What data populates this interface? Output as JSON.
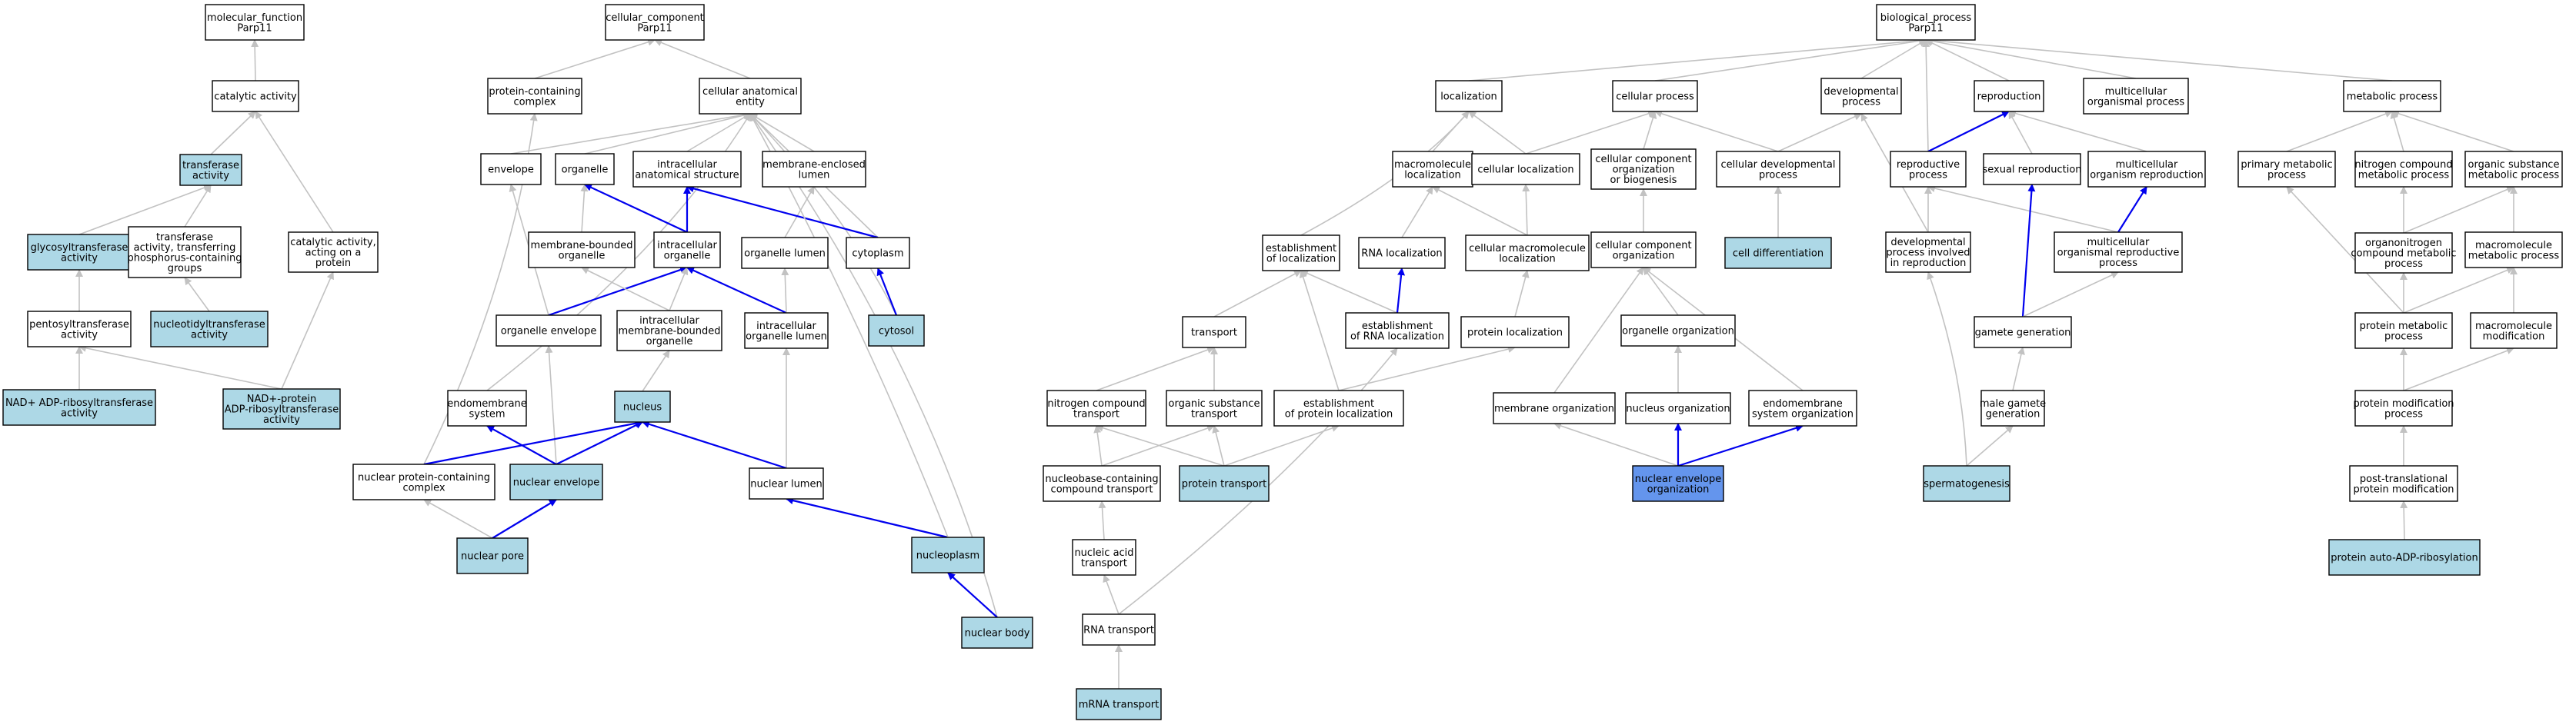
{
  "colors": {
    "plain": "#ffffff",
    "annotated": "#add8e6",
    "focus": "#6495ed",
    "gray_edge": "#c2c2c2",
    "blue_edge": "#0000ee"
  },
  "nodes": {
    "mf_root": {
      "lines": [
        "molecular_function",
        "Parp11"
      ],
      "kind": "plain"
    },
    "catalytic": {
      "lines": [
        "catalytic activity"
      ],
      "kind": "plain"
    },
    "transferase": {
      "lines": [
        "transferase",
        "activity"
      ],
      "kind": "annotated"
    },
    "glycosyl": {
      "lines": [
        "glycosyltransferase",
        "activity"
      ],
      "kind": "annotated"
    },
    "transf_phos": {
      "lines": [
        "transferase",
        "activity, transferring",
        "phosphorus-containing",
        "groups"
      ],
      "kind": "plain"
    },
    "cat_protein": {
      "lines": [
        "catalytic activity,",
        "acting on a",
        "protein"
      ],
      "kind": "plain"
    },
    "pentosyl": {
      "lines": [
        "pentosyltransferase",
        "activity"
      ],
      "kind": "plain"
    },
    "nucleotidyl": {
      "lines": [
        "nucleotidyltransferase",
        "activity"
      ],
      "kind": "annotated"
    },
    "nad_adp": {
      "lines": [
        "NAD+ ADP-ribosyltransferase",
        "activity"
      ],
      "kind": "annotated"
    },
    "nad_protein": {
      "lines": [
        "NAD+-protein",
        "ADP-ribosyltransferase",
        "activity"
      ],
      "kind": "annotated"
    },
    "cc_root": {
      "lines": [
        "cellular_component",
        "Parp11"
      ],
      "kind": "plain"
    },
    "prot_complex": {
      "lines": [
        "protein-containing",
        "complex"
      ],
      "kind": "plain"
    },
    "cae": {
      "lines": [
        "cellular anatomical",
        "entity"
      ],
      "kind": "plain"
    },
    "envelope": {
      "lines": [
        "envelope"
      ],
      "kind": "plain"
    },
    "organelle": {
      "lines": [
        "organelle"
      ],
      "kind": "plain"
    },
    "ias": {
      "lines": [
        "intracellular",
        "anatomical structure"
      ],
      "kind": "plain"
    },
    "mel": {
      "lines": [
        "membrane-enclosed",
        "lumen"
      ],
      "kind": "plain"
    },
    "mbo": {
      "lines": [
        "membrane-bounded",
        "organelle"
      ],
      "kind": "plain"
    },
    "io": {
      "lines": [
        "intracellular",
        "organelle"
      ],
      "kind": "plain"
    },
    "ol": {
      "lines": [
        "organelle lumen"
      ],
      "kind": "plain"
    },
    "cytoplasm": {
      "lines": [
        "cytoplasm"
      ],
      "kind": "plain"
    },
    "oe": {
      "lines": [
        "organelle envelope"
      ],
      "kind": "plain"
    },
    "imbo": {
      "lines": [
        "intracellular",
        "membrane-bounded",
        "organelle"
      ],
      "kind": "plain"
    },
    "iol": {
      "lines": [
        "intracellular",
        "organelle lumen"
      ],
      "kind": "plain"
    },
    "cytosol": {
      "lines": [
        "cytosol"
      ],
      "kind": "annotated"
    },
    "endomem": {
      "lines": [
        "endomembrane",
        "system"
      ],
      "kind": "plain"
    },
    "nucleus": {
      "lines": [
        "nucleus"
      ],
      "kind": "annotated"
    },
    "npc": {
      "lines": [
        "nuclear protein-containing",
        "complex"
      ],
      "kind": "plain"
    },
    "ne": {
      "lines": [
        "nuclear envelope"
      ],
      "kind": "annotated"
    },
    "nlumen": {
      "lines": [
        "nuclear lumen"
      ],
      "kind": "plain"
    },
    "npore": {
      "lines": [
        "nuclear pore"
      ],
      "kind": "annotated"
    },
    "nplasm": {
      "lines": [
        "nucleoplasm"
      ],
      "kind": "annotated"
    },
    "nbody": {
      "lines": [
        "nuclear body"
      ],
      "kind": "annotated"
    },
    "bp_root": {
      "lines": [
        "biological_process",
        "Parp11"
      ],
      "kind": "plain"
    },
    "localization": {
      "lines": [
        "localization"
      ],
      "kind": "plain"
    },
    "cellproc": {
      "lines": [
        "cellular process"
      ],
      "kind": "plain"
    },
    "devproc": {
      "lines": [
        "developmental",
        "process"
      ],
      "kind": "plain"
    },
    "reproduction": {
      "lines": [
        "reproduction"
      ],
      "kind": "plain"
    },
    "multi_org": {
      "lines": [
        "multicellular",
        "organismal process"
      ],
      "kind": "plain"
    },
    "metabolic": {
      "lines": [
        "metabolic process"
      ],
      "kind": "plain"
    },
    "macro_loc": {
      "lines": [
        "macromolecule",
        "localization"
      ],
      "kind": "plain"
    },
    "cell_loc": {
      "lines": [
        "cellular localization"
      ],
      "kind": "plain"
    },
    "ccob": {
      "lines": [
        "cellular component",
        "organization",
        "or biogenesis"
      ],
      "kind": "plain"
    },
    "cell_dev": {
      "lines": [
        "cellular developmental",
        "process"
      ],
      "kind": "plain"
    },
    "repro_proc": {
      "lines": [
        "reproductive",
        "process"
      ],
      "kind": "plain"
    },
    "sex_repro": {
      "lines": [
        "sexual reproduction"
      ],
      "kind": "plain"
    },
    "multi_repro": {
      "lines": [
        "multicellular",
        "organism reproduction"
      ],
      "kind": "plain"
    },
    "prim_met": {
      "lines": [
        "primary metabolic",
        "process"
      ],
      "kind": "plain"
    },
    "nitro_met": {
      "lines": [
        "nitrogen compound",
        "metabolic process"
      ],
      "kind": "plain"
    },
    "org_sub_met": {
      "lines": [
        "organic substance",
        "metabolic process"
      ],
      "kind": "plain"
    },
    "est_loc": {
      "lines": [
        "establishment",
        "of localization"
      ],
      "kind": "plain"
    },
    "rna_loc": {
      "lines": [
        "RNA localization"
      ],
      "kind": "plain"
    },
    "cmacro_loc": {
      "lines": [
        "cellular macromolecule",
        "localization"
      ],
      "kind": "plain"
    },
    "cco": {
      "lines": [
        "cellular component",
        "organization"
      ],
      "kind": "plain"
    },
    "cell_diff": {
      "lines": [
        "cell differentiation"
      ],
      "kind": "annotated"
    },
    "dev_repro": {
      "lines": [
        "developmental",
        "process involved",
        "in reproduction"
      ],
      "kind": "plain"
    },
    "multi_repro_proc": {
      "lines": [
        "multicellular",
        "organismal reproductive",
        "process"
      ],
      "kind": "plain"
    },
    "organonitro": {
      "lines": [
        "organonitrogen",
        "compound metabolic",
        "process"
      ],
      "kind": "plain"
    },
    "macro_met": {
      "lines": [
        "macromolecule",
        "metabolic process"
      ],
      "kind": "plain"
    },
    "transport": {
      "lines": [
        "transport"
      ],
      "kind": "plain"
    },
    "est_rna_loc": {
      "lines": [
        "establishment",
        "of RNA localization"
      ],
      "kind": "plain"
    },
    "prot_loc": {
      "lines": [
        "protein localization"
      ],
      "kind": "plain"
    },
    "org_org": {
      "lines": [
        "organelle organization"
      ],
      "kind": "plain"
    },
    "gamete_gen": {
      "lines": [
        "gamete generation"
      ],
      "kind": "plain"
    },
    "prot_met": {
      "lines": [
        "protein metabolic",
        "process"
      ],
      "kind": "plain"
    },
    "macro_mod": {
      "lines": [
        "macromolecule",
        "modification"
      ],
      "kind": "plain"
    },
    "nitro_trans": {
      "lines": [
        "nitrogen compound",
        "transport"
      ],
      "kind": "plain"
    },
    "org_sub_trans": {
      "lines": [
        "organic substance",
        "transport"
      ],
      "kind": "plain"
    },
    "est_prot_loc": {
      "lines": [
        "establishment",
        "of protein localization"
      ],
      "kind": "plain"
    },
    "mem_org": {
      "lines": [
        "membrane organization"
      ],
      "kind": "plain"
    },
    "nuc_org": {
      "lines": [
        "nucleus organization"
      ],
      "kind": "plain"
    },
    "endo_org": {
      "lines": [
        "endomembrane",
        "system organization"
      ],
      "kind": "plain"
    },
    "male_gam": {
      "lines": [
        "male gamete",
        "generation"
      ],
      "kind": "plain"
    },
    "prot_mod": {
      "lines": [
        "protein modification",
        "process"
      ],
      "kind": "plain"
    },
    "nucleobase": {
      "lines": [
        "nucleobase-containing",
        "compound transport"
      ],
      "kind": "plain"
    },
    "prot_trans": {
      "lines": [
        "protein transport"
      ],
      "kind": "annotated"
    },
    "ne_org": {
      "lines": [
        "nuclear envelope",
        "organization"
      ],
      "kind": "focus"
    },
    "spermato": {
      "lines": [
        "spermatogenesis"
      ],
      "kind": "annotated"
    },
    "ptpm": {
      "lines": [
        "post-translational",
        "protein modification"
      ],
      "kind": "plain"
    },
    "na_trans": {
      "lines": [
        "nucleic acid",
        "transport"
      ],
      "kind": "plain"
    },
    "prot_adp": {
      "lines": [
        "protein auto-ADP-ribosylation"
      ],
      "kind": "annotated"
    },
    "rna_trans": {
      "lines": [
        "RNA transport"
      ],
      "kind": "plain"
    },
    "mrna_trans": {
      "lines": [
        "mRNA transport"
      ],
      "kind": "annotated"
    }
  },
  "edges": [
    [
      "catalytic",
      "mf_root",
      "g"
    ],
    [
      "transferase",
      "catalytic",
      "g"
    ],
    [
      "cat_protein",
      "catalytic",
      "g"
    ],
    [
      "glycosyl",
      "transferase",
      "g"
    ],
    [
      "transf_phos",
      "transferase",
      "g"
    ],
    [
      "pentosyl",
      "glycosyl",
      "g"
    ],
    [
      "nucleotidyl",
      "transf_phos",
      "g"
    ],
    [
      "nad_adp",
      "pentosyl",
      "g"
    ],
    [
      "nad_protein",
      "pentosyl",
      "g"
    ],
    [
      "nad_protein",
      "cat_protein",
      "g"
    ],
    [
      "prot_complex",
      "cc_root",
      "g"
    ],
    [
      "cae",
      "cc_root",
      "g"
    ],
    [
      "envelope",
      "cae",
      "g"
    ],
    [
      "organelle",
      "cae",
      "g"
    ],
    [
      "ias",
      "cae",
      "g"
    ],
    [
      "mel",
      "cae",
      "g"
    ],
    [
      "cytoplasm",
      "cae",
      "g"
    ],
    [
      "cytosol",
      "cae",
      "g"
    ],
    [
      "endomem",
      "cae",
      "g"
    ],
    [
      "nbody",
      "cae",
      "g"
    ],
    [
      "npc",
      "prot_complex",
      "g"
    ],
    [
      "mbo",
      "organelle",
      "g"
    ],
    [
      "io",
      "organelle",
      "b"
    ],
    [
      "io",
      "ias",
      "b"
    ],
    [
      "ol",
      "mel",
      "g"
    ],
    [
      "cytoplasm",
      "ias",
      "b"
    ],
    [
      "oe",
      "envelope",
      "g"
    ],
    [
      "oe",
      "io",
      "b"
    ],
    [
      "imbo",
      "mbo",
      "g"
    ],
    [
      "imbo",
      "io",
      "g"
    ],
    [
      "iol",
      "io",
      "b"
    ],
    [
      "iol",
      "ol",
      "g"
    ],
    [
      "cytosol",
      "cytoplasm",
      "b"
    ],
    [
      "nucleus",
      "imbo",
      "g"
    ],
    [
      "ne",
      "oe",
      "g"
    ],
    [
      "ne",
      "endomem",
      "b"
    ],
    [
      "ne",
      "nucleus",
      "b"
    ],
    [
      "npc",
      "nucleus",
      "b"
    ],
    [
      "nlumen",
      "iol",
      "g"
    ],
    [
      "nlumen",
      "nucleus",
      "b"
    ],
    [
      "npore",
      "npc",
      "g"
    ],
    [
      "npore",
      "ne",
      "b"
    ],
    [
      "nplasm",
      "nlumen",
      "b"
    ],
    [
      "nplasm",
      "cae",
      "g"
    ],
    [
      "nbody",
      "nplasm",
      "b"
    ],
    [
      "localization",
      "bp_root",
      "g"
    ],
    [
      "cellproc",
      "bp_root",
      "g"
    ],
    [
      "devproc",
      "bp_root",
      "g"
    ],
    [
      "reproduction",
      "bp_root",
      "g"
    ],
    [
      "multi_org",
      "bp_root",
      "g"
    ],
    [
      "metabolic",
      "bp_root",
      "g"
    ],
    [
      "repro_proc",
      "bp_root",
      "g"
    ],
    [
      "macro_loc",
      "localization",
      "g"
    ],
    [
      "cell_loc",
      "localization",
      "g"
    ],
    [
      "cell_loc",
      "cellproc",
      "g"
    ],
    [
      "ccob",
      "cellproc",
      "g"
    ],
    [
      "cell_dev",
      "cellproc",
      "g"
    ],
    [
      "cell_dev",
      "devproc",
      "g"
    ],
    [
      "repro_proc",
      "reproduction",
      "b"
    ],
    [
      "sex_repro",
      "reproduction",
      "g"
    ],
    [
      "multi_repro",
      "reproduction",
      "g"
    ],
    [
      "prim_met",
      "metabolic",
      "g"
    ],
    [
      "nitro_met",
      "metabolic",
      "g"
    ],
    [
      "org_sub_met",
      "metabolic",
      "g"
    ],
    [
      "est_loc",
      "localization",
      "g"
    ],
    [
      "rna_loc",
      "macro_loc",
      "g"
    ],
    [
      "cmacro_loc",
      "macro_loc",
      "g"
    ],
    [
      "cmacro_loc",
      "cell_loc",
      "g"
    ],
    [
      "cco",
      "ccob",
      "g"
    ],
    [
      "cell_diff",
      "cell_dev",
      "g"
    ],
    [
      "dev_repro",
      "devproc",
      "g"
    ],
    [
      "dev_repro",
      "repro_proc",
      "g"
    ],
    [
      "multi_repro_proc",
      "repro_proc",
      "g"
    ],
    [
      "multi_repro_proc",
      "multi_repro",
      "b"
    ],
    [
      "organonitro",
      "nitro_met",
      "g"
    ],
    [
      "organonitro",
      "org_sub_met",
      "g"
    ],
    [
      "macro_met",
      "org_sub_met",
      "g"
    ],
    [
      "transport",
      "est_loc",
      "g"
    ],
    [
      "est_rna_loc",
      "est_loc",
      "g"
    ],
    [
      "est_rna_loc",
      "rna_loc",
      "b"
    ],
    [
      "prot_loc",
      "cmacro_loc",
      "g"
    ],
    [
      "org_org",
      "cco",
      "g"
    ],
    [
      "gamete_gen",
      "sex_repro",
      "b"
    ],
    [
      "gamete_gen",
      "multi_repro_proc",
      "g"
    ],
    [
      "prot_met",
      "prim_met",
      "g"
    ],
    [
      "prot_met",
      "organonitro",
      "g"
    ],
    [
      "prot_met",
      "macro_met",
      "g"
    ],
    [
      "macro_mod",
      "macro_met",
      "g"
    ],
    [
      "nitro_trans",
      "transport",
      "g"
    ],
    [
      "org_sub_trans",
      "transport",
      "g"
    ],
    [
      "est_prot_loc",
      "est_loc",
      "g"
    ],
    [
      "est_prot_loc",
      "prot_loc",
      "g"
    ],
    [
      "mem_org",
      "cco",
      "g"
    ],
    [
      "nuc_org",
      "org_org",
      "g"
    ],
    [
      "endo_org",
      "cco",
      "g"
    ],
    [
      "male_gam",
      "gamete_gen",
      "g"
    ],
    [
      "prot_mod",
      "prot_met",
      "g"
    ],
    [
      "prot_mod",
      "macro_mod",
      "g"
    ],
    [
      "nucleobase",
      "nitro_trans",
      "g"
    ],
    [
      "nucleobase",
      "org_sub_trans",
      "g"
    ],
    [
      "prot_trans",
      "nitro_trans",
      "g"
    ],
    [
      "prot_trans",
      "org_sub_trans",
      "g"
    ],
    [
      "prot_trans",
      "est_prot_loc",
      "g"
    ],
    [
      "ne_org",
      "mem_org",
      "g"
    ],
    [
      "ne_org",
      "nuc_org",
      "b"
    ],
    [
      "ne_org",
      "endo_org",
      "b"
    ],
    [
      "spermato",
      "male_gam",
      "g"
    ],
    [
      "spermato",
      "dev_repro",
      "g"
    ],
    [
      "ptpm",
      "prot_mod",
      "g"
    ],
    [
      "na_trans",
      "nucleobase",
      "g"
    ],
    [
      "prot_adp",
      "ptpm",
      "g"
    ],
    [
      "rna_trans",
      "na_trans",
      "g"
    ],
    [
      "rna_trans",
      "est_rna_loc",
      "g"
    ],
    [
      "mrna_trans",
      "rna_trans",
      "g"
    ]
  ]
}
